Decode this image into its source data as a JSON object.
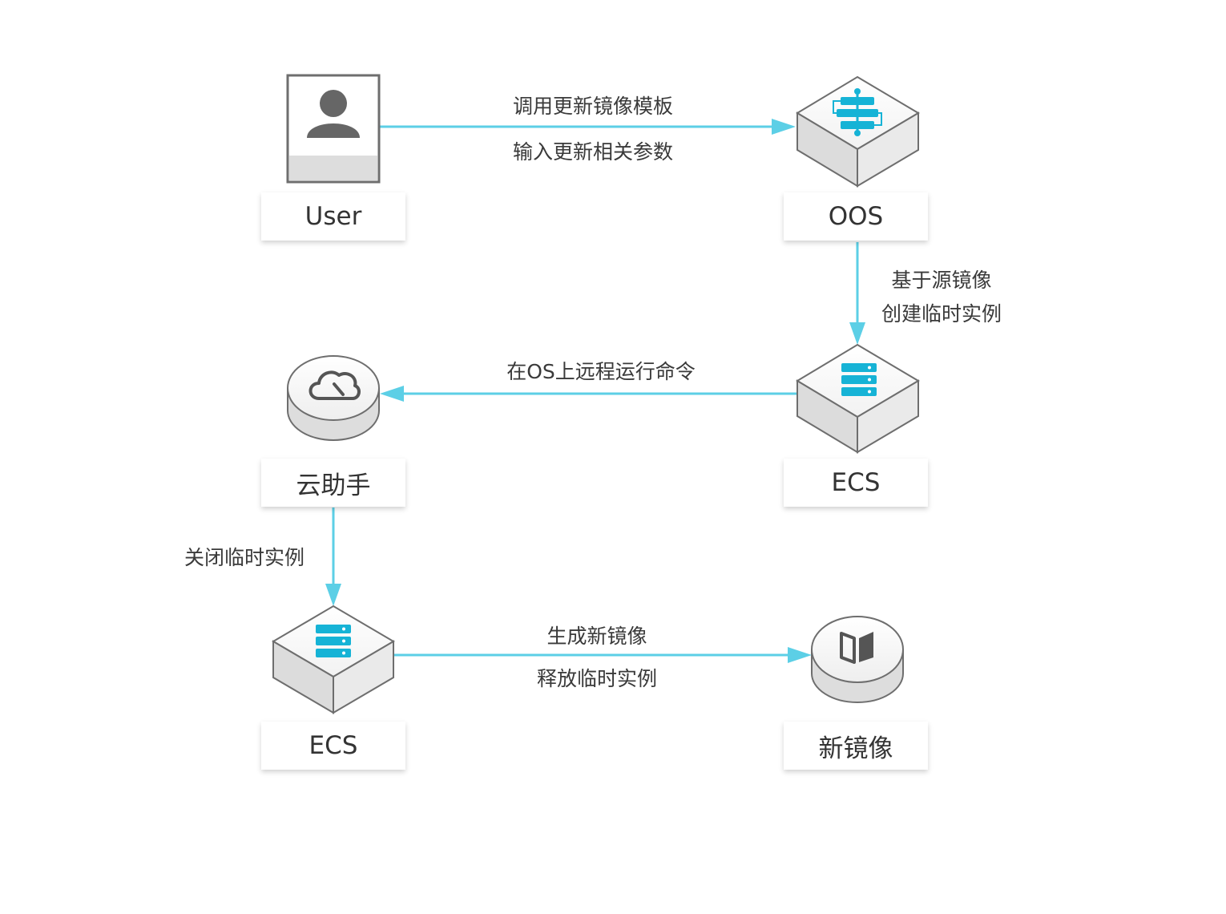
{
  "nodes": {
    "user": {
      "label": "User"
    },
    "oos": {
      "label": "OOS"
    },
    "ecs_temp": {
      "label": "ECS"
    },
    "cloud_assistant": {
      "label": "云助手"
    },
    "ecs_stopped": {
      "label": "ECS"
    },
    "new_image": {
      "label": "新镜像"
    }
  },
  "edges": {
    "user_to_oos": {
      "line1": "调用更新镜像模板",
      "line2": "输入更新相关参数"
    },
    "oos_to_ecs": {
      "line1": "基于源镜像",
      "line2": "创建临时实例"
    },
    "ecs_to_assistant": {
      "line1": "在OS上远程运行命令"
    },
    "assistant_to_ecs": {
      "line1": "关闭临时实例"
    },
    "ecs_to_image": {
      "line1": "生成新镜像",
      "line2": "释放临时实例"
    }
  },
  "colors": {
    "arrow": "#5ccfe6",
    "icon_accent": "#16b3d6",
    "outline": "#6e6e6e"
  }
}
